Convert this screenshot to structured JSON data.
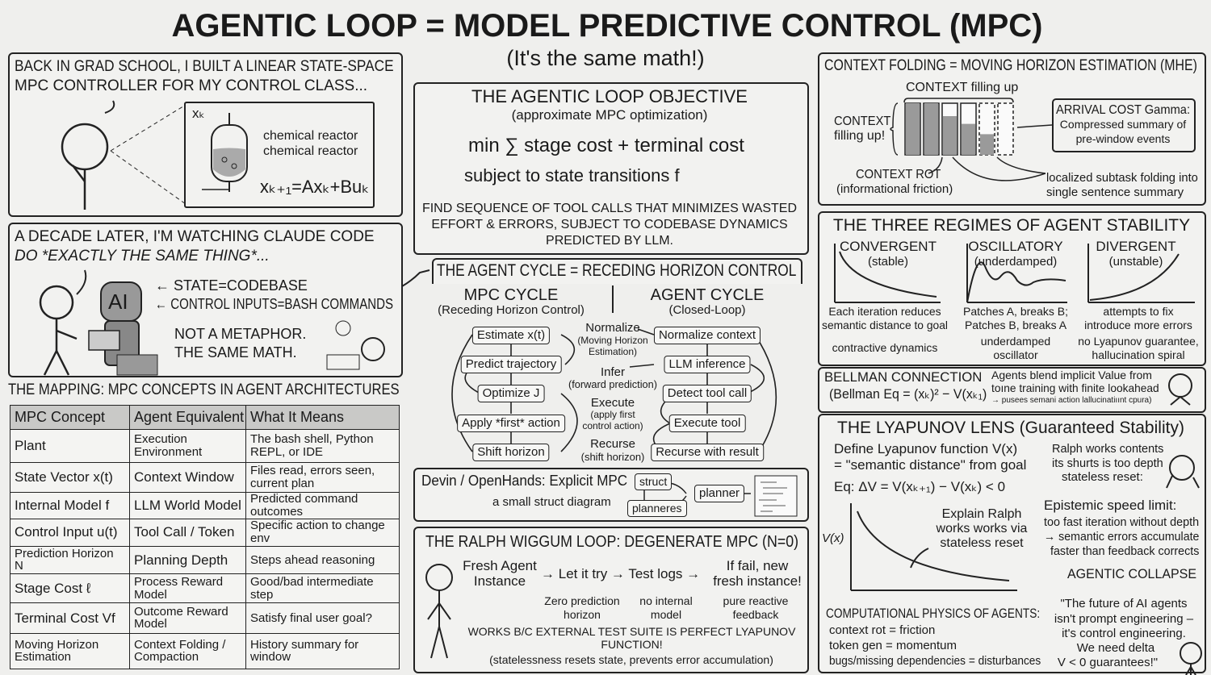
{
  "title": "AGENTIC LOOP = MODEL PREDICTIVE CONTROL (MPC)",
  "subtitle": "(It's the same math!)",
  "grad_school": {
    "line1": "BACK IN GRAD SCHOOL, I BUILT A LINEAR STATE-SPACE",
    "line2": "MPC CONTROLLER FOR MY CONTROL CLASS...",
    "state_label": "xₖ",
    "reactor_label_1": "chemical reactor",
    "reactor_label_2": "chemical reactor",
    "equation": "xₖ₊₁=Axₖ+Buₖ"
  },
  "decade": {
    "line1": "A DECADE LATER, I'M WATCHING CLAUDE CODE",
    "line2": "DO *EXACTLY THE SAME THING*...",
    "robot_label": "AI",
    "state": "STATE=CODEBASE",
    "inputs": "CONTROL INPUTS=BASH COMMANDS",
    "not_metaphor": "NOT A METAPHOR.",
    "same_math": "THE SAME MATH."
  },
  "mapping": {
    "title": "THE MAPPING: MPC CONCEPTS IN AGENT ARCHITECTURES",
    "headers": [
      "MPC Concept",
      "Agent Equivalent",
      "What It Means"
    ],
    "rows": [
      [
        "Plant",
        "Execution Environment",
        "The bash shell, Python REPL, or IDE"
      ],
      [
        "State Vector x(t)",
        "Context Window",
        "Files read, errors seen, current plan"
      ],
      [
        "Internal Model f",
        "LLM World Model",
        "Predicted command outcomes"
      ],
      [
        "Control Input u(t)",
        "Tool Call / Token",
        "Specific action to change env"
      ],
      [
        "Prediction Horizon N",
        "Planning Depth",
        "Steps ahead reasoning"
      ],
      [
        "Stage Cost ℓ",
        "Process Reward Model",
        "Good/bad intermediate step"
      ],
      [
        "Terminal Cost Vf",
        "Outcome Reward Model",
        "Satisfy final user goal?"
      ],
      [
        "Moving Horizon Estimation",
        "Context Folding / Compaction",
        "History summary for window"
      ]
    ]
  },
  "objective": {
    "title": "THE AGENTIC LOOP OBJECTIVE",
    "subtitle": "(approximate MPC optimization)",
    "formula_1": "min ∑ stage cost + terminal cost",
    "formula_2": "subject to  state transitions f",
    "desc_1": "FIND SEQUENCE OF TOOL CALLS THAT MINIMIZES WASTED",
    "desc_2": "EFFORT & ERRORS, SUBJECT TO CODEBASE DYNAMICS",
    "desc_3": "PREDICTED BY LLM."
  },
  "cycle": {
    "title": "THE AGENT CYCLE = RECEDING HORIZON CONTROL",
    "mpc_title": "MPC CYCLE",
    "mpc_subtitle": "(Receding Horizon Control)",
    "agent_title": "AGENT CYCLE",
    "agent_subtitle": "(Closed-Loop)",
    "mpc_steps": [
      "Estimate x(t)",
      "Predict trajectory",
      "Optimize J",
      "Apply *first* action",
      "Shift horizon"
    ],
    "agent_steps": [
      "Normalize context",
      "LLM inference",
      "Detect tool call",
      "Execute tool",
      "Recurse with result"
    ],
    "links": [
      {
        "label": "Normalize",
        "note_1": "(Moving Horizon",
        "note_2": "Estimation)"
      },
      {
        "label": "Infer",
        "note_1": "(forward prediction)",
        "note_2": ""
      },
      {
        "label": "Execute",
        "note_1": "(apply first",
        "note_2": "control action)"
      },
      {
        "label": "Recurse",
        "note_1": "(shift horizon)",
        "note_2": ""
      }
    ]
  },
  "devin": {
    "title": "Devin / OpenHands: Explicit MPC",
    "caption": "a small struct diagram",
    "nodes": [
      "struct",
      "planner",
      "planneres"
    ]
  },
  "ralph": {
    "title": "THE RALPH WIGGUM LOOP: DEGENERATE MPC (N=0)",
    "step_1a": "Fresh Agent",
    "step_1b": "Instance",
    "step_2": "Let it try",
    "step_3": "Test logs",
    "step_4a": "If fail, new",
    "step_4b": "fresh instance!",
    "note_1a": "Zero prediction",
    "note_1b": "horizon",
    "note_2a": "no internal",
    "note_2b": "model",
    "note_3a": "pure reactive",
    "note_3b": "feedback",
    "footer_1": "WORKS B/C EXTERNAL TEST SUITE IS PERFECT LYAPUNOV FUNCTION!",
    "footer_2": "(statelessness resets state, prevents error accumulation)"
  },
  "folding": {
    "title": "CONTEXT FOLDING = MOVING HORIZON ESTIMATION (MHE)",
    "top_label": "CONTEXT filling up",
    "side_label_1": "CONTEXT",
    "side_label_2": "filling up!",
    "bar_fill_levels": [
      1.0,
      1.0,
      0.75,
      0.6,
      0.4,
      0
    ],
    "rot_1": "CONTEXT ROT",
    "rot_2": "(informational friction)",
    "arrival_1": "ARRIVAL COST Gamma:",
    "arrival_2": "Compressed summary of",
    "arrival_3": "pre-window events",
    "localized_1": "localized subtask folding into",
    "localized_2": "single sentence summary"
  },
  "regimes": {
    "title": "THE THREE REGIMES OF AGENT STABILITY",
    "items": [
      {
        "name": "CONVERGENT",
        "sub": "(stable)",
        "desc_1": "Each iteration reduces",
        "desc_2": "semantic distance to goal",
        "note_1": "contractive dynamics",
        "note_2": ""
      },
      {
        "name": "OSCILLATORY",
        "sub": "(underdamped)",
        "desc_1": "Patches A, breaks B;",
        "desc_2": "Patches B, breaks A",
        "note_1": "underdamped",
        "note_2": "oscillator"
      },
      {
        "name": "DIVERGENT",
        "sub": "(unstable)",
        "desc_1": "attempts to fix",
        "desc_2": "introduce more errors",
        "note_1": "no Lyapunov guarantee,",
        "note_2": "hallucination spiral"
      }
    ]
  },
  "bellman": {
    "title": "BELLMAN CONNECTION",
    "equation": "(Bellman Eq = (xₖ)² − V(xₖ₁)",
    "text_1": "Agents blend implicit Value from",
    "text_2": "toıne training with finite lookahead",
    "text_3": "→ pusees semani action lallucinatiıınt cpura)"
  },
  "lyapunov": {
    "title": "THE LYAPUNOV LENS (Guaranteed Stability)",
    "define_1": "Define Lyapunov function V(x)",
    "define_2": "= \"semantic distance\" from goal",
    "equation": "Eq: ΔV = V(xₖ₊₁) − V(xₖ) < 0",
    "axis_label": "V(x)",
    "explain_1": "Explain Ralph",
    "explain_2": "works works via",
    "explain_3": "stateless reset",
    "ralph_1": "Ralph works contents",
    "ralph_2": "its shurts is too depth",
    "ralph_3": "stateless reset:",
    "epistemic_title": "Epistemic speed limit:",
    "epistemic_1": "too fast iteration without depth",
    "epistemic_2": "→ semantic errors accumulate",
    "epistemic_3": "faster than feedback corrects",
    "collapse": "AGENTIC COLLAPSE",
    "physics_title": "COMPUTATIONAL PHYSICS OF AGENTS:",
    "physics_1": "context rot = friction",
    "physics_2": "token gen = momentum",
    "physics_3": "bugs/missing dependencies = disturbances",
    "quote_1": "\"The future of AI agents",
    "quote_2": "isn't prompt engineering –",
    "quote_3": "it's control engineering.",
    "quote_4": "We need delta",
    "quote_5": "V < 0 guarantees!\""
  }
}
